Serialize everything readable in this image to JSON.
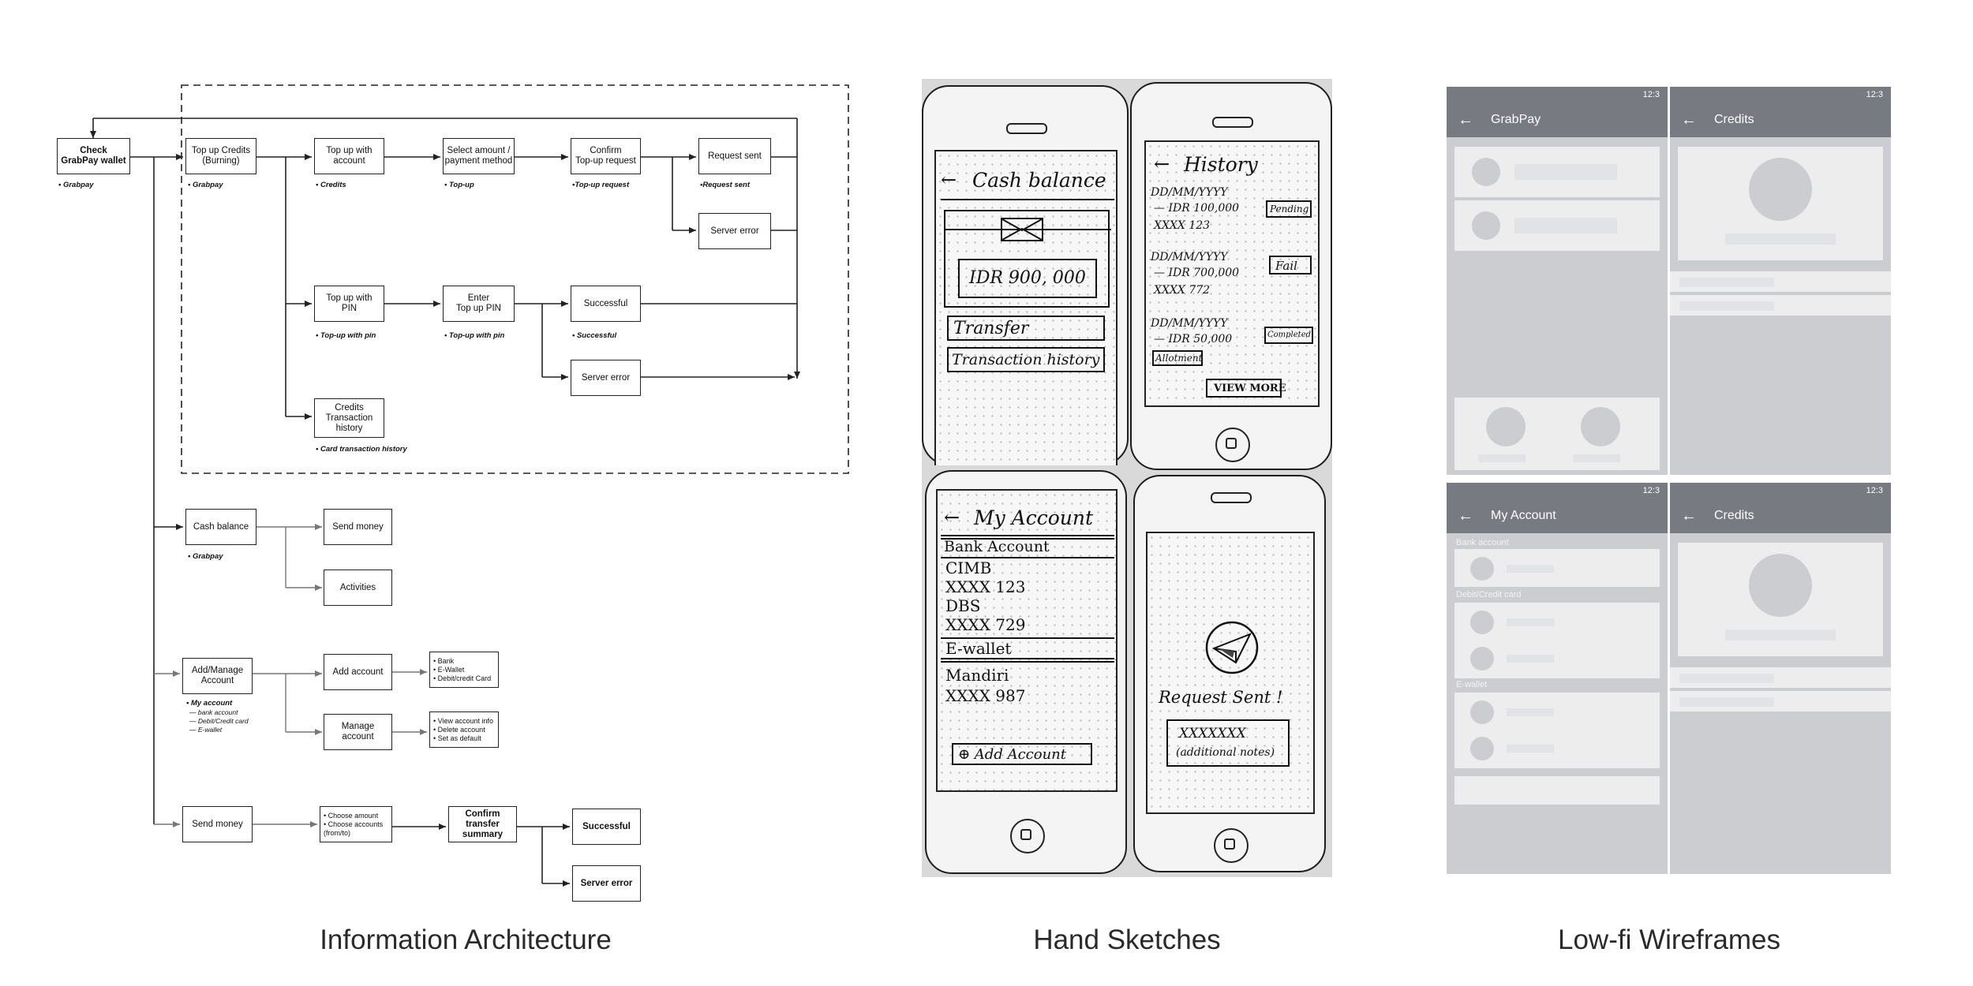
{
  "sections": {
    "ia": "Information Architecture",
    "sketches": "Hand Sketches",
    "wireframes": "Low-fi Wireframes"
  },
  "ia": {
    "nodes": {
      "check_wallet": "Check\nGrabPay wallet",
      "topup_credits": "Top up Credits\n(Burning)",
      "topup_account": "Top up with\naccount",
      "select_amount": "Select amount /\npayment method",
      "confirm_topup": "Confirm\nTop-up request",
      "request_sent": "Request sent",
      "server_error_1": "Server error",
      "topup_pin": "Top up with\nPIN",
      "enter_pin": "Enter\nTop up PIN",
      "successful_1": "Successful",
      "server_error_2": "Server error",
      "credits_history": "Credits\nTransaction\nhistory",
      "cash_balance": "Cash balance",
      "send_money_1": "Send money",
      "activities": "Activities",
      "add_manage": "Add/Manage\nAccount",
      "add_account": "Add account",
      "add_options": "• Bank\n• E-Wallet\n• Debit/credit Card",
      "manage_account": "Manage\naccount",
      "manage_options": "• View account info\n• Delete account\n• Set as default",
      "send_money_2": "Send money",
      "choose_options": "• Choose amount\n• Choose accounts\n(from/to)",
      "confirm_transfer": "Confirm transfer\nsummary",
      "successful_2": "Successful",
      "server_error_3": "Server error"
    },
    "captions": {
      "grabpay_1": "• Grabpay",
      "grabpay_2": "• Grabpay",
      "credits": "• Credits",
      "topup": "• Top-up",
      "topup_request": "•Top-up request",
      "request_sent": "•Request sent",
      "topup_with_pin_1": "• Top-up with pin",
      "topup_with_pin_2": "• Top-up with pin",
      "successful": "• Successful",
      "card_history": "• Card transaction history",
      "grabpay_3": "• Grabpay",
      "my_account": "• My account",
      "my_account_sub": "— bank account\n— Debit/Credit card\n— E-wallet"
    }
  },
  "sketches": {
    "cash": {
      "title": "Cash balance",
      "amount": "IDR 900, 000",
      "transfer": "Transfer",
      "history": "Transaction history"
    },
    "history": {
      "title": "History",
      "date": "DD/MM/YYYY",
      "items": [
        {
          "amount": "— IDR 100,000",
          "card": "XXXX 123",
          "status": "Pending"
        },
        {
          "amount": "— IDR 700,000",
          "card": "XXXX 772",
          "status": "Fail"
        },
        {
          "amount": "— IDR 50,000",
          "card": "Allotment",
          "status": "Completed"
        }
      ],
      "view_more": "VIEW MORE"
    },
    "account": {
      "title": "My Account",
      "bank_header": "Bank Account",
      "bank_lines": [
        "CIMB",
        "XXXX 123",
        "DBS",
        "XXXX 729"
      ],
      "wallet_header": "E-wallet",
      "wallet_lines": [
        "Mandiri",
        "XXXX 987"
      ],
      "add": "⊕ Add Account"
    },
    "sent": {
      "title": "Request Sent !",
      "box_line1": "XXXXXXX",
      "box_line2": "(additional notes)"
    }
  },
  "wireframes": {
    "status_time": "12:3",
    "screens": [
      "GrabPay",
      "Credits",
      "My Account",
      "Credits"
    ],
    "groups": [
      "Bank account",
      "Debit/Credit card",
      "E-wallet"
    ],
    "colors": {
      "appbar": "#777a80",
      "background": "#cccdd1",
      "card": "#ededed"
    }
  }
}
